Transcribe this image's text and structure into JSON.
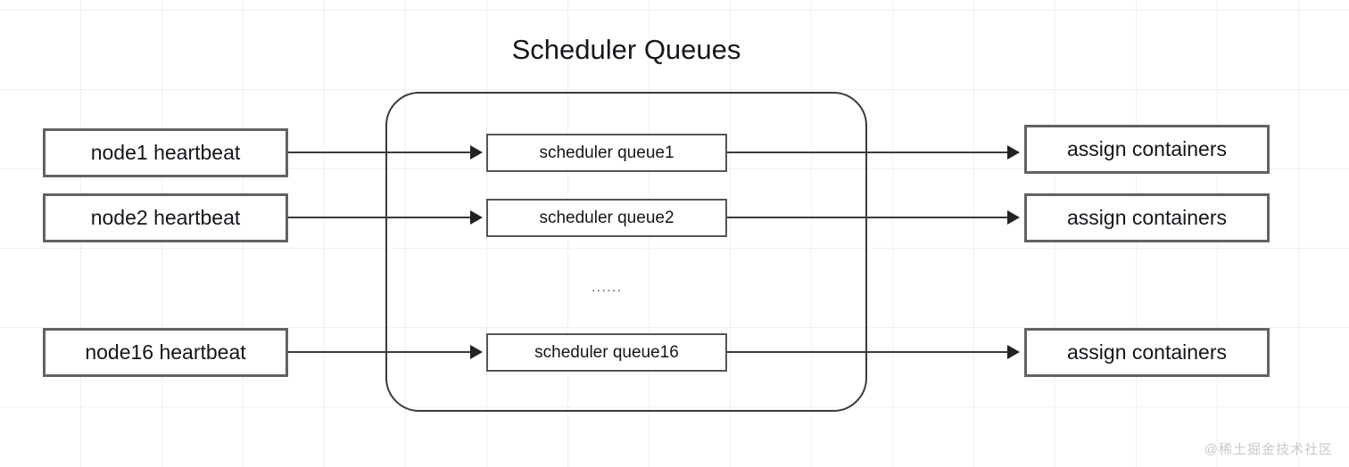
{
  "diagram": {
    "title": "Scheduler Queues",
    "group_label": "Scheduler Queues",
    "ellipsis": "......",
    "watermark": "@稀土掘金技术社区",
    "colors": {
      "background": "#ffffff",
      "grid": "#f0f0f0",
      "node_border": "#626262",
      "group_border": "#3b3b3b",
      "line": "#3a3a3a",
      "arrow": "#222222",
      "text": "#15151c",
      "watermark": "#c9c9cd"
    },
    "left_nodes": [
      {
        "id": "node1-heartbeat",
        "label": "node1 heartbeat"
      },
      {
        "id": "node2-heartbeat",
        "label": "node2 heartbeat"
      },
      {
        "id": "node16-heartbeat",
        "label": "node16 heartbeat"
      }
    ],
    "middle_nodes": [
      {
        "id": "scheduler-queue1",
        "label": "scheduler queue1"
      },
      {
        "id": "scheduler-queue2",
        "label": "scheduler queue2"
      },
      {
        "id": "scheduler-queue16",
        "label": "scheduler queue16"
      }
    ],
    "right_nodes": [
      {
        "id": "assign-containers-1",
        "label": "assign containers"
      },
      {
        "id": "assign-containers-2",
        "label": "assign containers"
      },
      {
        "id": "assign-containers-3",
        "label": "assign containers"
      }
    ]
  }
}
